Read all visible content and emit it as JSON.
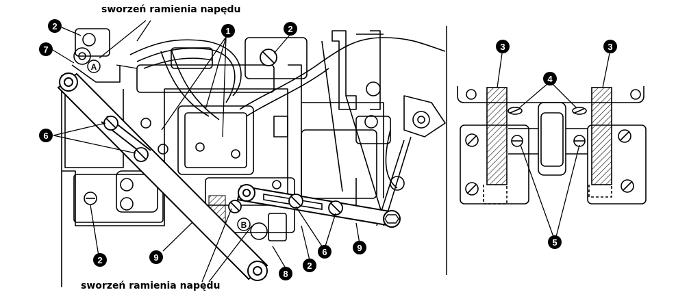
{
  "captions": {
    "top": "sworzeń ramienia napędu",
    "bottom": "sworzeń ramienia napędu"
  },
  "callouts": {
    "n1": "1",
    "n2": "2",
    "n3": "3",
    "n4": "4",
    "n5": "5",
    "n6": "6",
    "n7": "7",
    "n8": "8",
    "n9": "9"
  },
  "letters": {
    "a": "A",
    "b": "B"
  }
}
